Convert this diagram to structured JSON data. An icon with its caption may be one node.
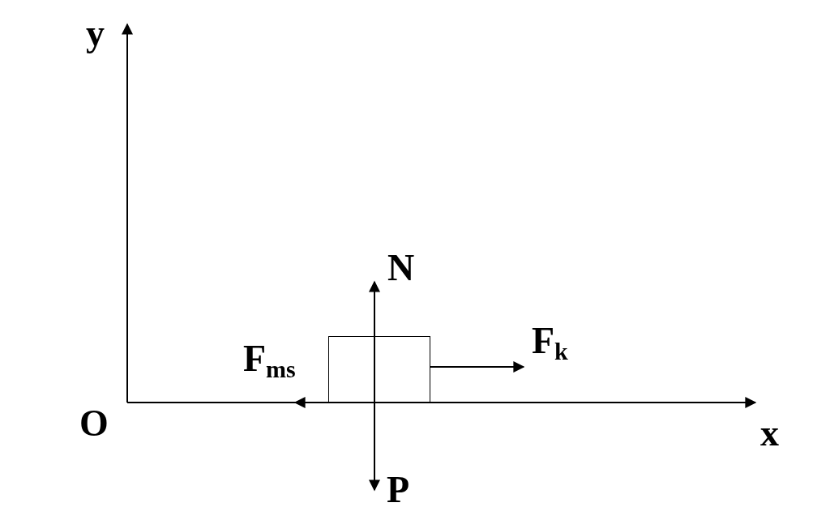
{
  "diagram": {
    "nodes": [
      {
        "text": [],
        "shape": "box"
      }
    ],
    "labels": [
      "y",
      "N",
      "F$_{ms}$",
      "F$_{k}$",
      "O",
      "x",
      "P"
    ]
  }
}
